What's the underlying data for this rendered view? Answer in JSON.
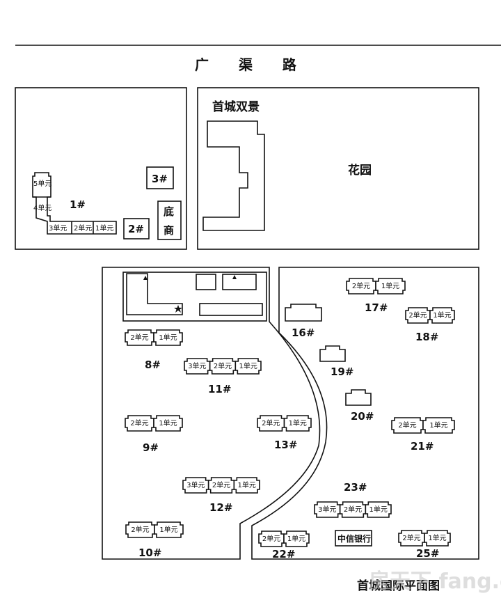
{
  "road_name": "广 渠 路",
  "north": {
    "west_block": {
      "building_1_label": "1#",
      "units": [
        "5单元",
        "4单元",
        "3单元",
        "2单元",
        "1单元"
      ],
      "building_2_label": "2#",
      "building_3_label": "3#",
      "shops_label_top": "底",
      "shops_label_bottom": "商"
    },
    "east_block": {
      "project_label": "首城双景",
      "garden_label": "花园"
    }
  },
  "buildings": [
    {
      "id": "8",
      "label": "8#",
      "units": [
        "2单元",
        "1单元"
      ]
    },
    {
      "id": "9",
      "label": "9#",
      "units": [
        "2单元",
        "1单元"
      ]
    },
    {
      "id": "10",
      "label": "10#",
      "units": [
        "2单元",
        "1单元"
      ]
    },
    {
      "id": "11",
      "label": "11#",
      "units": [
        "3单元",
        "2单元",
        "1单元"
      ]
    },
    {
      "id": "12",
      "label": "12#",
      "units": [
        "3单元",
        "2单元",
        "1单元"
      ]
    },
    {
      "id": "13",
      "label": "13#",
      "units": [
        "2单元",
        "1单元"
      ]
    },
    {
      "id": "16",
      "label": "16#",
      "units": []
    },
    {
      "id": "17",
      "label": "17#",
      "units": [
        "2单元",
        "1单元"
      ]
    },
    {
      "id": "18",
      "label": "18#",
      "units": [
        "2单元",
        "1单元"
      ]
    },
    {
      "id": "19",
      "label": "19#",
      "units": []
    },
    {
      "id": "20",
      "label": "20#",
      "units": []
    },
    {
      "id": "21",
      "label": "21#",
      "units": [
        "2单元",
        "1单元"
      ]
    },
    {
      "id": "22",
      "label": "22#",
      "units": [
        "2单元",
        "1单元"
      ]
    },
    {
      "id": "23",
      "label": "23#",
      "units": [
        "3单元",
        "2单元",
        "1单元"
      ]
    },
    {
      "id": "25",
      "label": "25#",
      "units": [
        "2单元",
        "1单元"
      ]
    }
  ],
  "bank_label": "中信银行",
  "map_title": "首城国际平面图",
  "watermark": "房天下 fang.com"
}
